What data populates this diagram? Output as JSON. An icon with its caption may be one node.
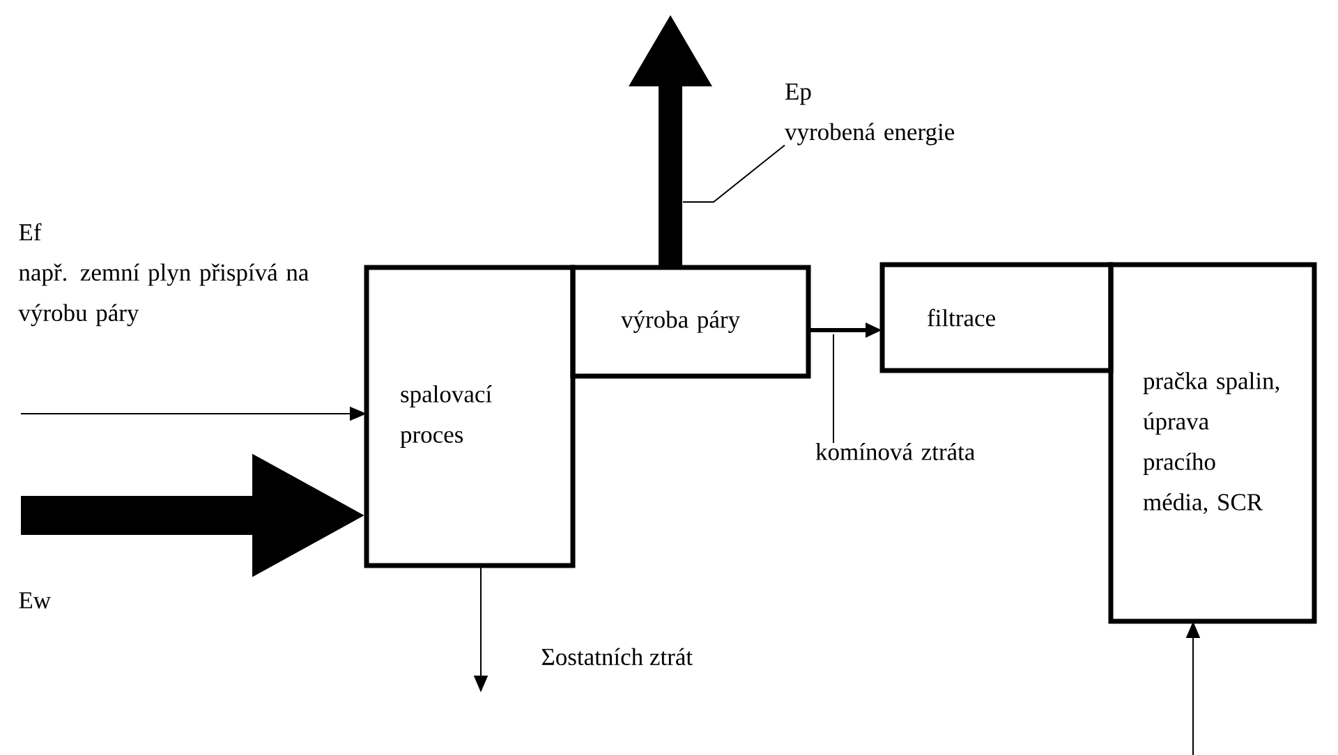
{
  "diagram": {
    "nodes": [
      {
        "text": [
          "spalovací proces"
        ]
      },
      {
        "text": [
          "výroba páry"
        ]
      },
      {
        "text": [
          "filtrace"
        ]
      },
      {
        "text": [
          "pračka spalin, úprava pracího média, SCR"
        ]
      },
      {
        "text": [
          "Ep",
          "vyrobená energie"
        ]
      },
      {
        "text": [
          "komínová ztráta"
        ]
      }
    ],
    "edges": [
      {
        "from": null,
        "to": 0,
        "arrow": "to"
      },
      {
        "from": null,
        "to": 0,
        "arrow": "to",
        "style": "thick",
        "label": "Ew"
      },
      {
        "from": 1,
        "to": null,
        "arrow": "to",
        "style": "thick"
      },
      {
        "from": 4,
        "to": null,
        "arrow": "none"
      },
      {
        "from": 1,
        "to": 2,
        "arrow": "to",
        "style": "thick"
      },
      {
        "from": 5,
        "to": null,
        "arrow": "none"
      },
      {
        "from": 0,
        "to": null,
        "arrow": "to",
        "label": "Σostatních ztrát"
      },
      {
        "from": null,
        "to": 3,
        "arrow": "to"
      }
    ],
    "labels": [
      "Ef",
      "např. zemní plyn přispívá na výrobu páry"
    ]
  }
}
